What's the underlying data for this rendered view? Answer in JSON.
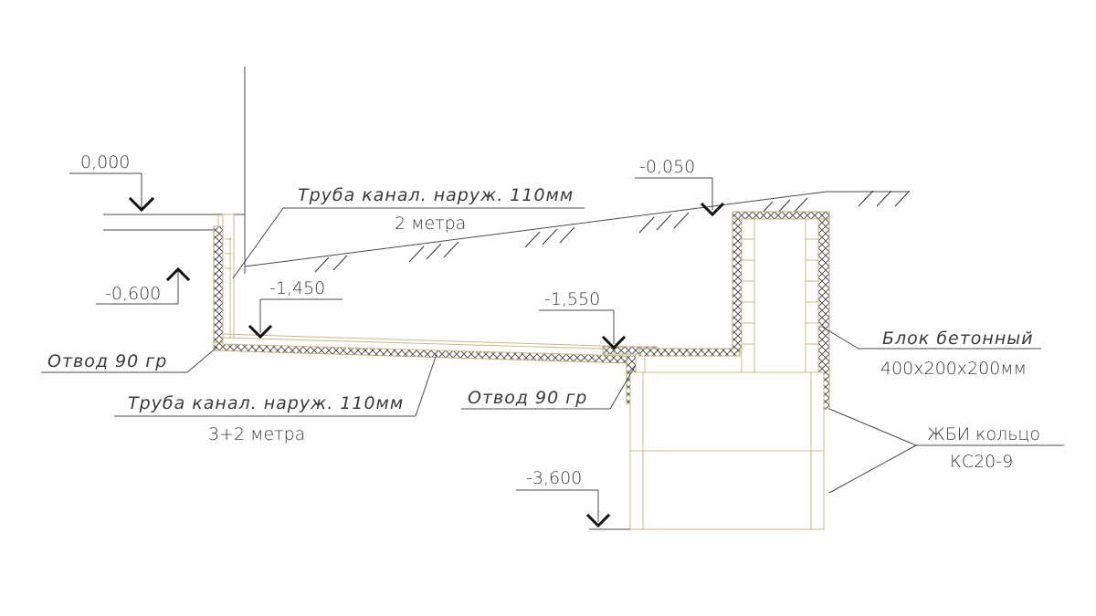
{
  "colors": {
    "line": "#4a4a4a",
    "pipe": "#c9b98a",
    "marker": "#111111"
  },
  "levels": {
    "ground": "0,000",
    "ground_right": "-0,050",
    "outlet": "-0,600",
    "pipe_start": "-1,450",
    "pipe_end": "-1,550",
    "bottom": "-3,600"
  },
  "labels": {
    "pipe_top_line1": "Труба канал. наруж. 110мм",
    "pipe_top_line2": "2 метра",
    "pipe_bottom_line1": "Труба канал. наруж. 110мм",
    "pipe_bottom_line2": "3+2 метра",
    "elbow_left": "Отвод 90 гр",
    "elbow_right": "Отвод 90 гр",
    "block_line1": "Блок бетонный",
    "block_line2": "400х200х200мм",
    "ring_line1": "ЖБИ кольцо",
    "ring_line2": "КС20-9"
  }
}
